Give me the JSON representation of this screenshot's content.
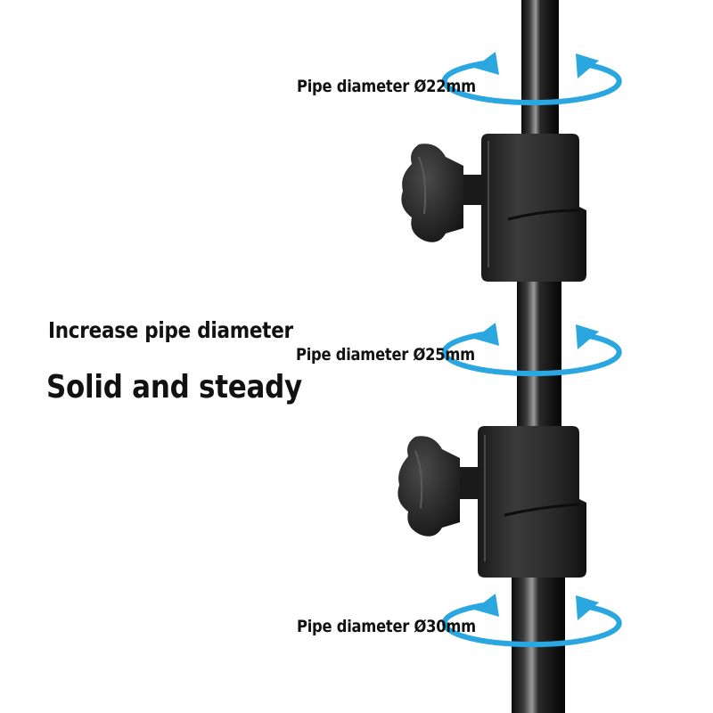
{
  "headline": {
    "line1": "Increase pipe diameter",
    "line2": "Solid and steady"
  },
  "pipe_labels": [
    {
      "text": "Pipe diameter Ø22mm"
    },
    {
      "text": "Pipe diameter Ø25mm"
    },
    {
      "text": "Pipe diameter Ø30mm"
    }
  ],
  "colors": {
    "background": "#ffffff",
    "text": "#111111",
    "arrow": "#2aa6e0",
    "pole": "#1c1c1c",
    "clamp": "#262626"
  },
  "icons": [
    "rotation-arrow-icon",
    "lock-knob-icon"
  ]
}
